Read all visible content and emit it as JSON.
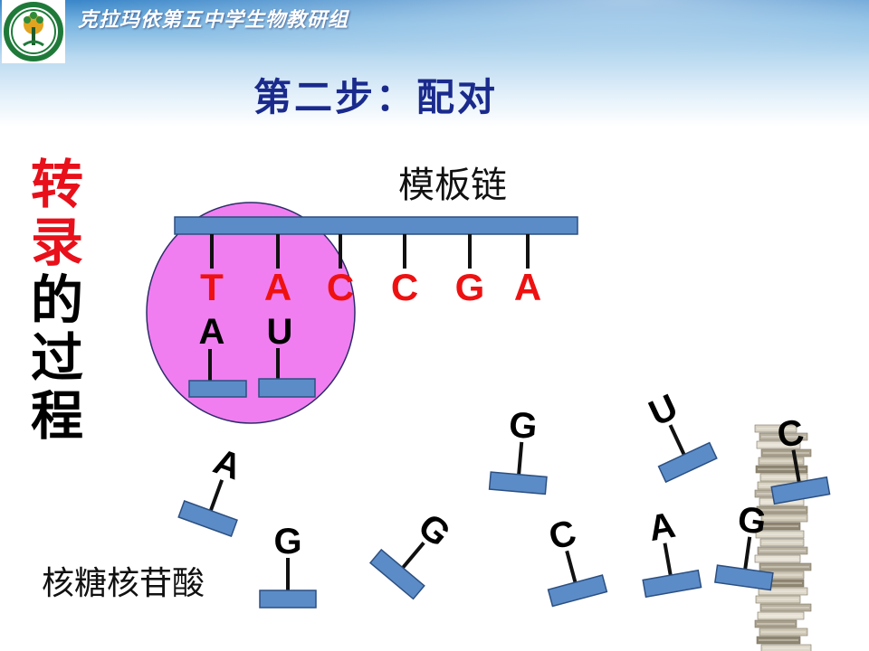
{
  "header": {
    "title": "克拉玛依第五中学生物教研组"
  },
  "slide": {
    "title": "第二步：配对",
    "side_title_red": [
      "转",
      "录"
    ],
    "side_title_black": [
      "的",
      "过",
      "程"
    ],
    "template_label": "模板链",
    "nucleotide_label": "核糖核苷酸"
  },
  "diagram": {
    "template_bases": [
      "T",
      "A",
      "C",
      "C",
      "G",
      "A"
    ],
    "paired_bases": [
      "A",
      "U"
    ],
    "free_nucleotides": [
      "A",
      "G",
      "G",
      "G",
      "C",
      "U",
      "A",
      "G",
      "C"
    ]
  },
  "colors": {
    "template_base": "#ee1111",
    "paired_base": "#000000",
    "strand_fill": "#5b8cc8",
    "strand_stroke": "#2c4f80",
    "highlight_fill": "#f07ef0",
    "title_blue": "#1a2a8c",
    "side_title_red": "#e8101a"
  }
}
